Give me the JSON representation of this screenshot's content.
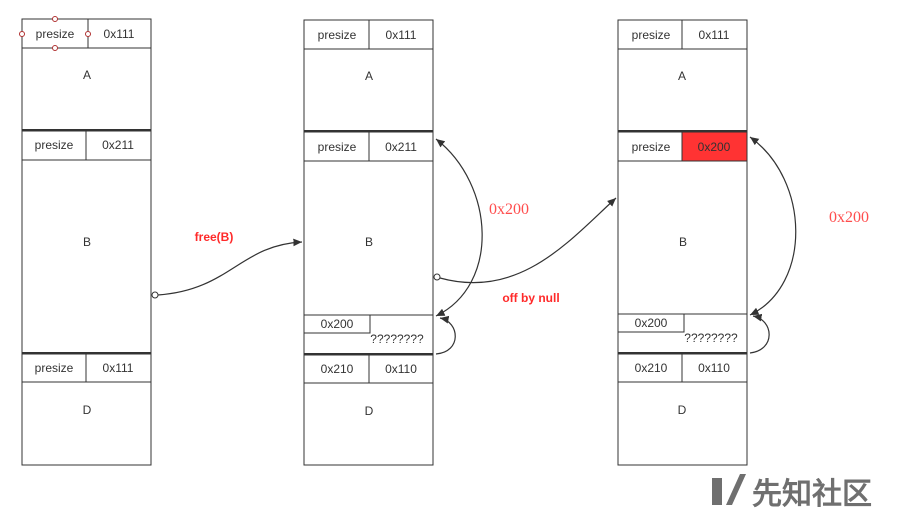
{
  "columns": [
    {
      "a": {
        "presize": "presize",
        "size": "0x111",
        "name": "A"
      },
      "b": {
        "presize": "presize",
        "size": "0x211",
        "name": "B"
      },
      "d": {
        "presize": "presize",
        "size": "0x111",
        "name": "D"
      }
    },
    {
      "a": {
        "presize": "presize",
        "size": "0x111",
        "name": "A"
      },
      "b": {
        "presize": "presize",
        "size": "0x211",
        "name": "B"
      },
      "footer": {
        "prev": "0x200",
        "unknown": "????????"
      },
      "d": {
        "presize": "0x210",
        "size": "0x110",
        "name": "D"
      }
    },
    {
      "a": {
        "presize": "presize",
        "size": "0x111",
        "name": "A"
      },
      "b": {
        "presize": "presize",
        "size": "0x200",
        "name": "B"
      },
      "footer": {
        "prev": "0x200",
        "unknown": "????????"
      },
      "d": {
        "presize": "0x210",
        "size": "0x110",
        "name": "D"
      }
    }
  ],
  "arrows": {
    "free": "free(B)",
    "off_by_null": "off by null",
    "distance_1": "0x200",
    "distance_2": "0x200"
  },
  "colors": {
    "highlight": "#ff3333",
    "annotation": "#ff4d4d",
    "line": "#333333"
  },
  "watermark": {
    "text": "先知社区"
  }
}
